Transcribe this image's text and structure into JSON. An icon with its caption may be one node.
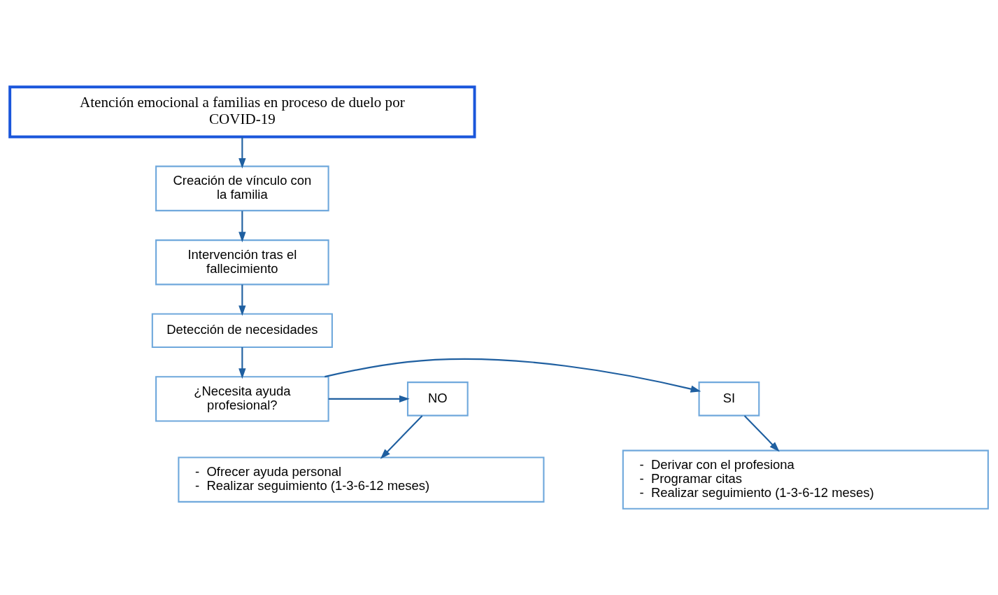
{
  "diagram": {
    "nodes": [
      {
        "text": [
          "Atención emocional a familias en proceso de duelo por COVID-19"
        ]
      },
      {
        "text": [
          "Creación de vínculo con la familia"
        ]
      },
      {
        "text": [
          "Intervención tras el fallecimiento"
        ]
      },
      {
        "text": [
          "Detección de necesidades"
        ]
      },
      {
        "text": [
          "¿Necesita ayuda profesional?"
        ]
      },
      {
        "text": [
          "SI"
        ]
      },
      {
        "text": [
          "NO"
        ]
      },
      {
        "text": [
          "-  Derivar con el profesiona",
          "-  Programar citas",
          "-  Realizar seguimiento (1-3-6-12 meses)"
        ]
      },
      {
        "text": [
          "-  Ofrecer ayuda personal",
          "-  Realizar seguimiento (1-3-6-12 meses)"
        ]
      }
    ],
    "edges": [
      {
        "from": 0,
        "to": 1,
        "arrow": "to"
      },
      {
        "from": 1,
        "to": 2,
        "arrow": "to"
      },
      {
        "from": 2,
        "to": 3,
        "arrow": "to"
      },
      {
        "from": 3,
        "to": 4,
        "arrow": "to"
      },
      {
        "from": 4,
        "to": 5,
        "arrow": "to"
      },
      {
        "from": 4,
        "to": 6,
        "arrow": "to"
      },
      {
        "from": 5,
        "to": 7,
        "arrow": "to"
      },
      {
        "from": 6,
        "to": 8,
        "arrow": "to"
      }
    ]
  }
}
